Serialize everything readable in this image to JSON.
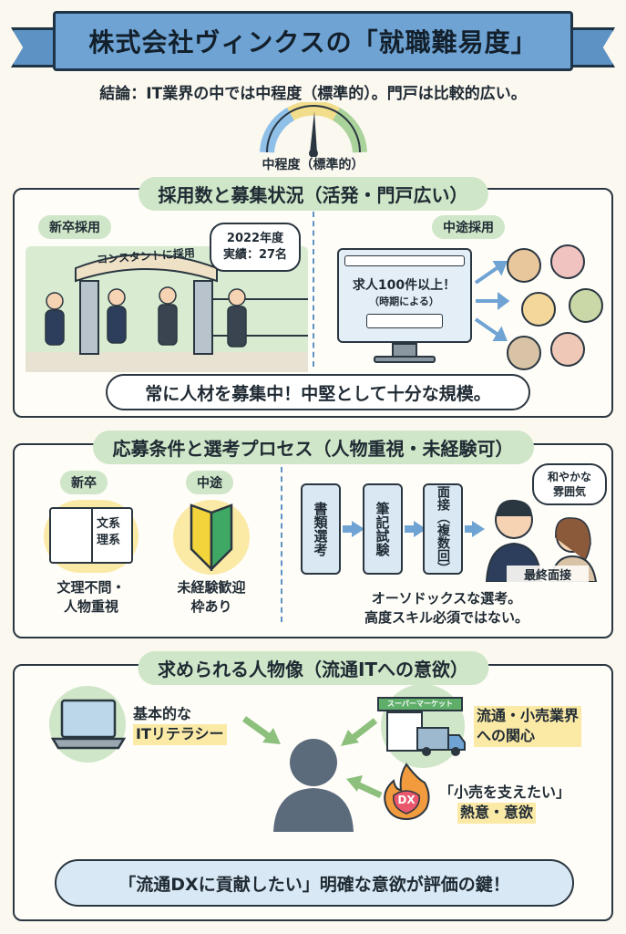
{
  "title": "株式会社ヴィンクスの「就職難易度」",
  "conclusion": "結論：IT業界の中では中程度（標準的）。門戸は比較的広い。",
  "gauge_label": "中程度（標準的）",
  "section1": {
    "title": "採用数と募集状況（活発・門戸広い）",
    "new_grad_label": "新卒採用",
    "gate_sign": "コンスタントに採用",
    "bubble": [
      "2022年度",
      "実績：27名"
    ],
    "mid_career_label": "中途採用",
    "screen_line1": "求人100件以上！",
    "screen_line2": "（時期による）",
    "summary": "常に人材を募集中！中堅として十分な規模。"
  },
  "section2": {
    "title": "応募条件と選考プロセス（人物重視・未経験可）",
    "new_grad_label": "新卒",
    "mid_label": "中途",
    "book_text": [
      "文系",
      "理系"
    ],
    "new_grad_caption": [
      "文理不問・",
      "人物重視"
    ],
    "mid_caption": [
      "未経験歓迎",
      "枠あり"
    ],
    "steps": [
      "書類選考",
      "筆記試験",
      "面接（複数回）"
    ],
    "bubble": [
      "和やかな",
      "雰囲気"
    ],
    "final_label": "最終面接",
    "summary": [
      "オーソドックスな選考。",
      "高度スキル必須ではない。"
    ]
  },
  "section3": {
    "title": "求められる人物像（流通ITへの意欲）",
    "item1": [
      "基本的な",
      "ITリテラシー"
    ],
    "item2": [
      "流通・小売業界",
      "への関心"
    ],
    "store_sign": "スーパーマーケット",
    "item3": [
      "「小売を支えたい」",
      "熱意・意欲"
    ],
    "dx_label": "DX",
    "summary": "「流通DXに貢献したい」明確な意欲が評価の鍵！"
  },
  "colors": {
    "banner": "#6ea3d3",
    "pill": "#cfe6c8",
    "highlight": "#fbe9a6",
    "outline": "#2a3640"
  }
}
